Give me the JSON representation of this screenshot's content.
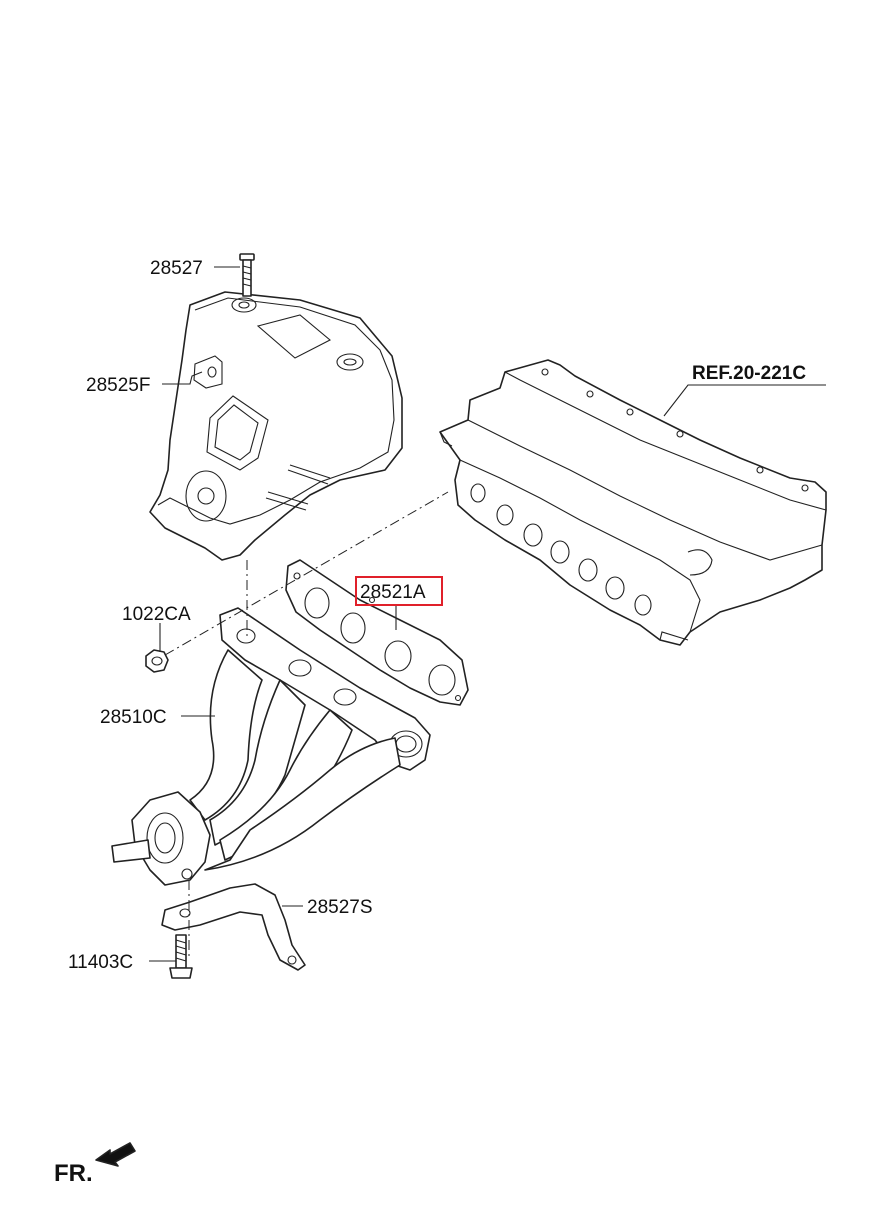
{
  "labels": {
    "bolt_top": "28527",
    "heat_shield": "28525F",
    "nut": "1022CA",
    "gasket": "28521A",
    "manifold": "28510C",
    "bracket": "28527S",
    "bolt_bottom": "11403C",
    "cylinder_head_ref": "REF.20-221C",
    "front_direction": "FR."
  },
  "highlight": {
    "part": "28521A",
    "color": "#e0202a"
  }
}
